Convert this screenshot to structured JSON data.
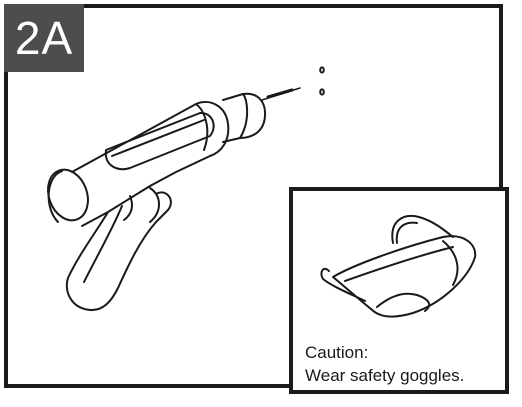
{
  "figure": {
    "step_label": "2A",
    "illustration": "drill-icon",
    "inset": {
      "illustration": "safety-goggles-icon",
      "caution_title": "Caution:",
      "caution_text": "Wear safety goggles."
    }
  }
}
